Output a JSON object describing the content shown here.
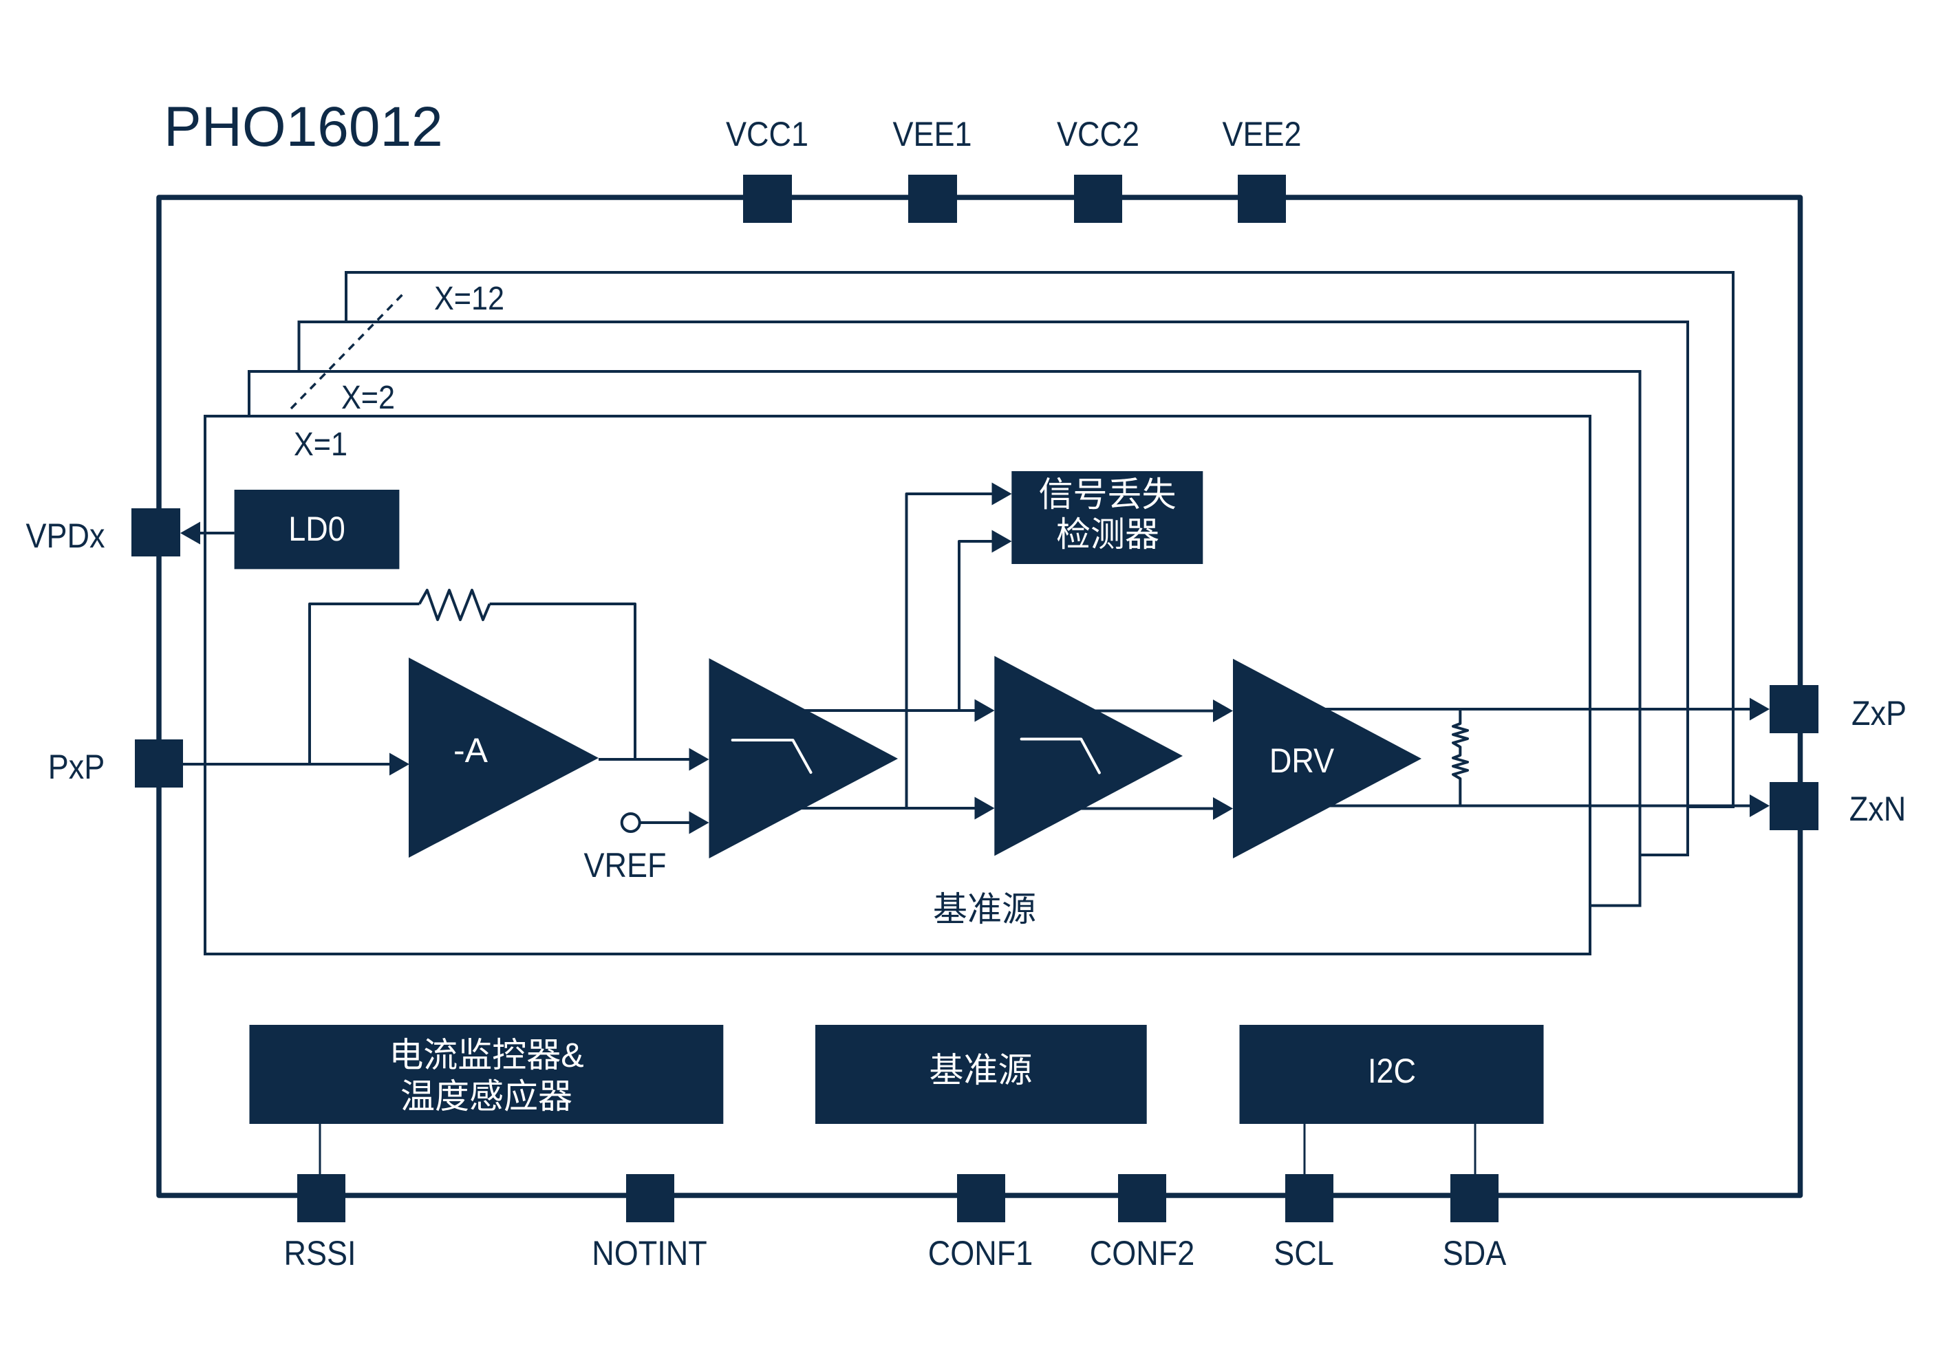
{
  "title": "PHO16012",
  "colors": {
    "primary": "#0e2a47",
    "background": "#ffffff",
    "on_primary": "#ffffff"
  },
  "pins": {
    "top": [
      "VCC1",
      "VEE1",
      "VCC2",
      "VEE2"
    ],
    "left": [
      "VPDx",
      "PxP"
    ],
    "right": [
      "ZxP",
      "ZxN"
    ],
    "bottom": [
      "RSSI",
      "NOTINT",
      "CONF1",
      "CONF2",
      "SCL",
      "SDA"
    ]
  },
  "channels": {
    "front": "X=1",
    "second": "X=2",
    "last": "X=12"
  },
  "signal_chain": {
    "ldo": "LD0",
    "tia": "-A",
    "vref": "VREF",
    "los_detector": {
      "line1": "信号丢失",
      "line2": "检测器"
    },
    "driver": "DRV",
    "channel_reference": "基准源"
  },
  "shared_blocks": {
    "monitor": {
      "line1": "电流监控器&",
      "line2": "温度感应器"
    },
    "reference": "基准源",
    "i2c": "I2C"
  },
  "icons": {
    "pin": "square-pad-icon",
    "amplifier": "triangle-amplifier-icon",
    "filter": "low-pass-filter-icon",
    "resistor": "resistor-icon",
    "arrow": "arrowhead-icon",
    "vref_node": "open-circle-terminal-icon"
  }
}
